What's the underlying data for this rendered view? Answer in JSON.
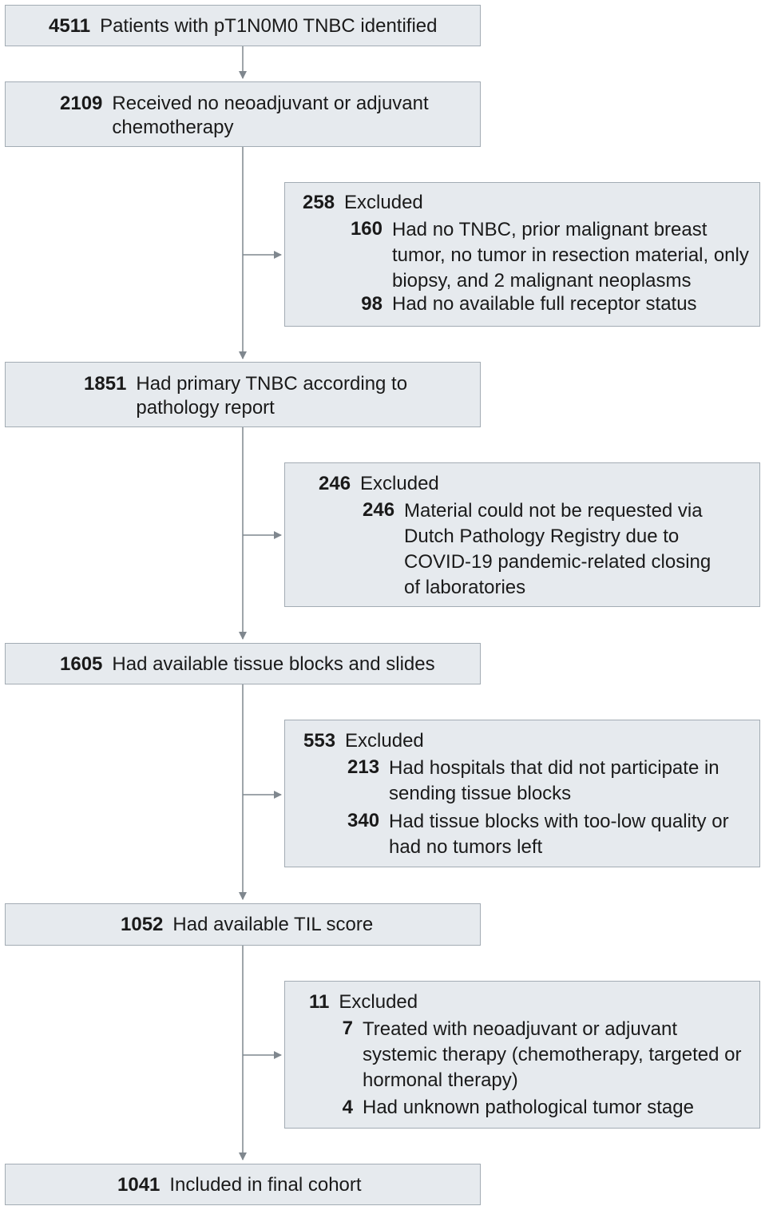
{
  "colors": {
    "box_fill": "#e6eaee",
    "box_border": "#a3acb4",
    "arrow": "#7f878e",
    "text": "#1a1a1a"
  },
  "steps": [
    {
      "n": "4511",
      "text": "Patients with pT1N0M0 TNBC identified"
    },
    {
      "n": "2109",
      "text": "Received no neoadjuvant or adjuvant chemotherapy"
    },
    {
      "n": "1851",
      "text": "Had primary TNBC according to pathology report"
    },
    {
      "n": "1605",
      "text": "Had available tissue blocks and slides"
    },
    {
      "n": "1052",
      "text": "Had available TIL score"
    },
    {
      "n": "1041",
      "text": "Included in final cohort"
    }
  ],
  "exclusions": [
    {
      "n": "258",
      "label": "Excluded",
      "items": [
        {
          "n": "160",
          "text": "Had no TNBC, prior malignant breast tumor, no tumor in resection material, only biopsy, and 2 malignant neoplasms"
        },
        {
          "n": "98",
          "text": "Had no available full receptor status"
        }
      ]
    },
    {
      "n": "246",
      "label": "Excluded",
      "items": [
        {
          "n": "246",
          "text": "Material could not be requested via Dutch Pathology Registry due to COVID-19 pandemic-related closing of laboratories"
        }
      ]
    },
    {
      "n": "553",
      "label": "Excluded",
      "items": [
        {
          "n": "213",
          "text": "Had hospitals that did not participate in sending tissue blocks"
        },
        {
          "n": "340",
          "text": "Had tissue blocks with too-low quality or had no tumors left"
        }
      ]
    },
    {
      "n": "11",
      "label": "Excluded",
      "items": [
        {
          "n": "7",
          "text": "Treated with neoadjuvant or adjuvant systemic therapy (chemotherapy, targeted or hormonal therapy)"
        },
        {
          "n": "4",
          "text": "Had unknown pathological tumor stage"
        }
      ]
    }
  ]
}
